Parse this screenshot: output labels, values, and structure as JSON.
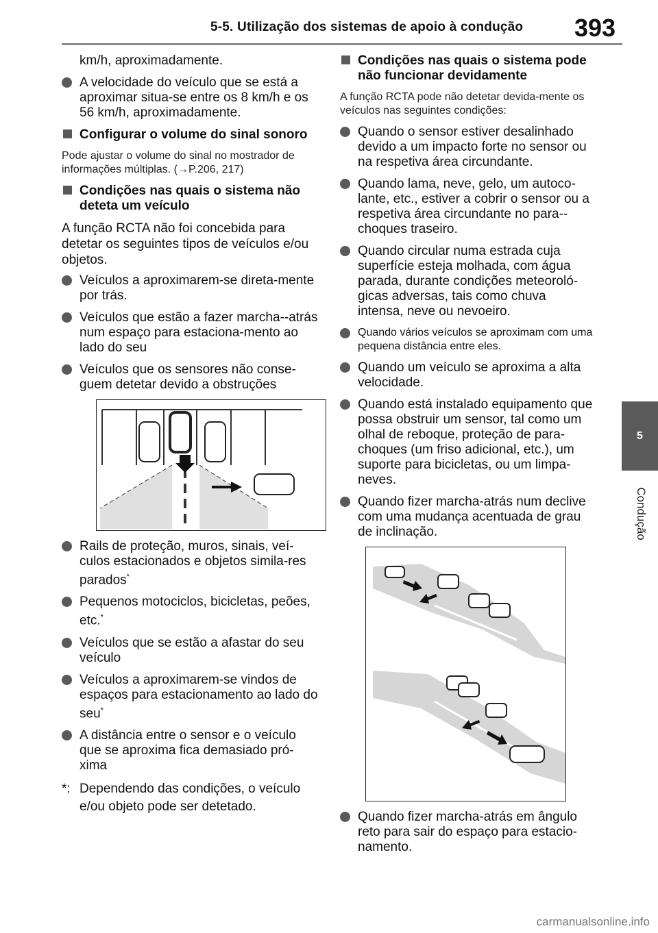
{
  "header": {
    "title": "5-5. Utilização dos sistemas de apoio à condução",
    "page_number": "393"
  },
  "side_tab": {
    "number": "5",
    "label": "Condução"
  },
  "left": {
    "intro_cont": "km/h, aproximadamente.",
    "b1": "A velocidade do veículo que se está a aproximar situa-se entre os 8 km/h e os 56 km/h, aproximadamente.",
    "h1": "Configurar o volume do sinal sonoro",
    "h1_text": "Pode ajustar o volume do sinal no mostrador de informações múltiplas. (→P.206, 217)",
    "h2": "Condições nas quais o sistema não deteta um veículo",
    "h2_text": "A função RCTA não foi concebida para detetar os seguintes tipos de veículos e/ou objetos.",
    "b2": "Veículos a aproximarem-se direta-mente por trás.",
    "b3": "Veículos que estão a fazer marcha--atrás num espaço para estaciona-mento ao lado do seu",
    "b4": "Veículos que os sensores não conse-guem detetar devido a obstruções",
    "b5": "Rails de proteção, muros, sinais, veí-culos estacionados e objetos simila-res parados",
    "b6": "Pequenos motociclos, bicicletas, peões, etc.",
    "b7": "Veículos que se estão a afastar do seu veículo",
    "b8": "Veículos a aproximarem-se vindos de espaços para estacionamento ao lado do seu",
    "b9": "A distância entre o sensor e o veículo que se aproxima fica demasiado pró-xima",
    "star": "*",
    "footnote_mark": "*:",
    "footnote": "Dependendo das condições, o veículo e/ou objeto pode ser detetado."
  },
  "right": {
    "h3": "Condições nas quais o sistema pode não funcionar devidamente",
    "h3_text": "A função RCTA pode não detetar devida-mente os veículos nas seguintes condições:",
    "b1": "Quando o sensor estiver desalinhado devido a um impacto forte no sensor ou na respetiva área circundante.",
    "b2": "Quando lama, neve, gelo, um autoco-lante, etc., estiver a cobrir o sensor ou a respetiva área circundante no para--choques traseiro.",
    "b3": "Quando circular numa estrada cuja superfície esteja molhada, com água parada, durante condições meteoroló-gicas adversas, tais como chuva intensa, neve ou nevoeiro.",
    "b4": "Quando vários veículos se aproximam com uma pequena distância entre eles.",
    "b5": "Quando um veículo se aproxima a alta velocidade.",
    "b6": "Quando está instalado equipamento que possa obstruir um sensor, tal como um olhal de reboque, proteção de para-choques (um friso adicional, etc.), um suporte para bicicletas, ou um limpa-neves.",
    "b7": "Quando fizer marcha-atrás num declive com uma mudança acentuada de grau de inclinação.",
    "b8": "Quando fizer marcha-atrás em ângulo reto para sair do espaço para estacio-namento."
  },
  "watermark": "carmanualsonline.info"
}
